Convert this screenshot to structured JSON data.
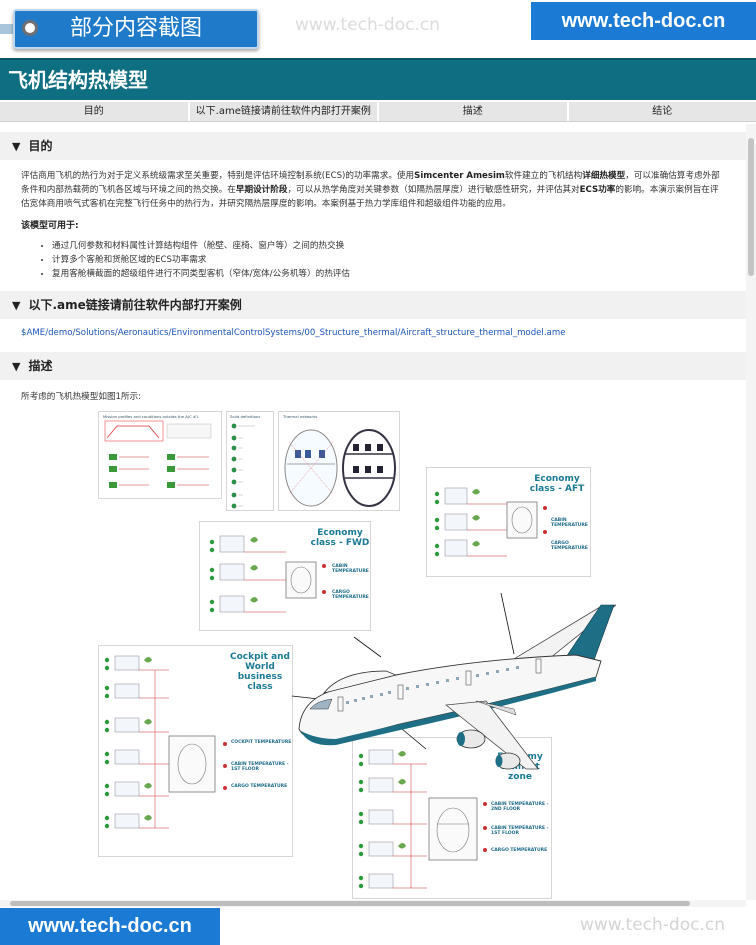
{
  "banner": {
    "tag": "部分内容截图",
    "watermark": "www.tech-doc.cn",
    "brand": "www.tech-doc.cn"
  },
  "page": {
    "title": "飞机结构热模型"
  },
  "tabs": [
    {
      "label": "目的"
    },
    {
      "label": "以下.ame链接请前往软件内部打开案例"
    },
    {
      "label": "描述"
    },
    {
      "label": "结论"
    }
  ],
  "sections": {
    "purpose": {
      "heading": "目的",
      "p1_a": "评估商用飞机的热行为对于定义系统级需求至关重要，特别是评估环境控制系统(ECS)的功率需求。使用",
      "p1_b": "Simcenter Amesim",
      "p1_c": "软件建立的飞机结构",
      "p1_d": "详细热模型",
      "p1_e": "，可以准确估算考虑外部条件和内部热载荷的飞机各区域与环境之间的热交换。在",
      "p1_f": "早期设计阶段",
      "p1_g": "，可以从热学角度对关键参数（如隔热层厚度）进行敏感性研究，并评估其对",
      "p1_h": "ECS功率",
      "p1_i": "的影响。本演示案例旨在评估宽体商用喷气式客机在完整飞行任务中的热行为，并研究隔热层厚度的影响。本案例基于热力学库组件和超级组件功能的应用。",
      "uses_heading": "该模型可用于:",
      "uses": [
        "通过几何参数和材料属性计算结构组件（舱壁、座椅、窗户等）之间的热交换",
        "计算多个客舱和货舱区域的ECS功率需求",
        "复用客舱横截面的超级组件进行不同类型客机（窄体/宽体/公务机等）的热评估"
      ]
    },
    "link": {
      "heading": "以下.ame链接请前往软件内部打开案例",
      "path": "$AME/demo/Solutions/Aeronautics/EnvironmentalControlSystems/00_Structure_thermal/Aircraft_structure_thermal_model.ame"
    },
    "description": {
      "heading": "描述",
      "caption": "所考虑的飞机热模型如图1所示:"
    }
  },
  "figure": {
    "mission_title": "Mission profiles and conditions outside the A/C #1",
    "solid_title": "Solid definitions",
    "thermal_title": "Thermal networks",
    "panels": {
      "aft": {
        "title": "Economy class - AFT",
        "outs": [
          "CABIN TEMPERATURE",
          "CARGO TEMPERATURE"
        ]
      },
      "fwd": {
        "title": "Economy class - FWD",
        "outs": [
          "CABIN TEMPERATURE",
          "CARGO TEMPERATURE"
        ]
      },
      "cockpit": {
        "title": "Cockpit and World business class",
        "outs": [
          "COCKPIT TEMPERATURE",
          "CABIN TEMPERATURE - 1ST FLOOR",
          "CARGO TEMPERATURE"
        ]
      },
      "comfort": {
        "title": "Economy comfort zone",
        "outs": [
          "CABIN TEMPERATURE - 2ND FLOOR",
          "CABIN TEMPERATURE - 1ST FLOOR",
          "CARGO TEMPERATURE"
        ]
      }
    },
    "colors": {
      "teal": "#1b7a94",
      "wing": "#1e6f86"
    }
  }
}
